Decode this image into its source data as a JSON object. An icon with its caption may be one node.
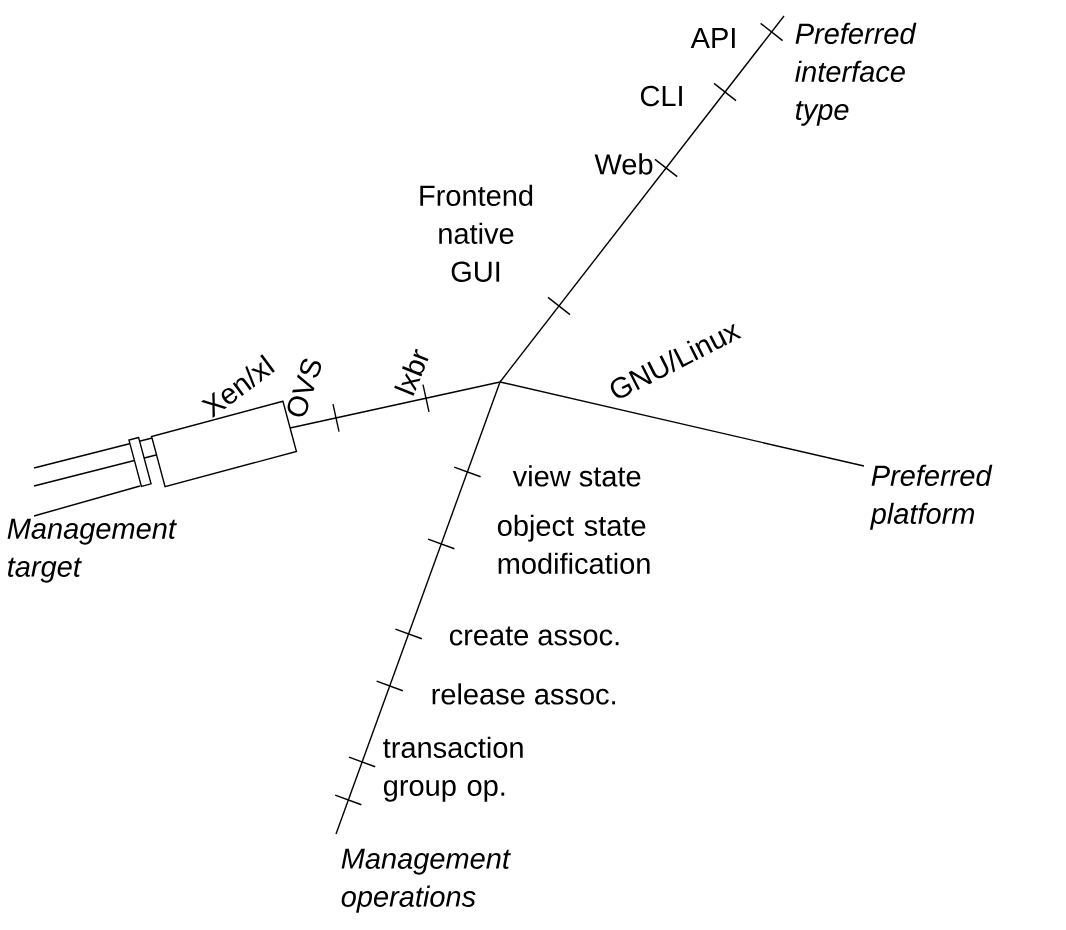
{
  "diagram": {
    "nodes": [
      {
        "text": [],
        "shape": "box"
      },
      {
        "text": [
          "Xen/xl"
        ]
      }
    ],
    "labels": [
      "API",
      "Preferred interface type",
      "CLI",
      "Web",
      "Frontend native GUI",
      "GNU/Linux",
      "OVS",
      "lxbr",
      "Preferred platform",
      "Management target",
      "view state",
      "object state modification",
      "create assoc.",
      "release assoc.",
      "transaction group op.",
      "Management operations"
    ]
  }
}
